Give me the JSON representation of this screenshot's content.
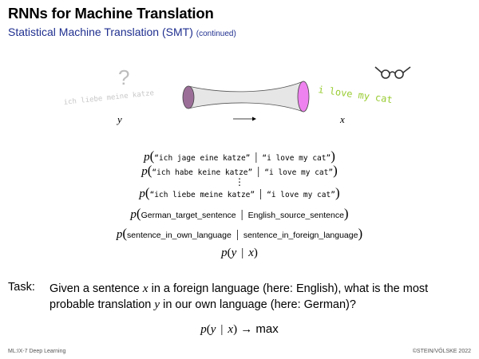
{
  "header": {
    "title": "RNNs for Machine Translation",
    "subtitle": "Statistical Machine Translation (SMT)",
    "subtitle_note": "(continued)"
  },
  "illustration": {
    "question_mark": "?",
    "source_text_faded": "ich liebe meine katze",
    "target_text": "i love my cat",
    "label_y": "y",
    "label_x": "x",
    "colors": {
      "left_cap": "#9b6e98",
      "right_cap": "#ee82ee",
      "tube": "#e6e6e6",
      "target_text": "#99cc33",
      "faded_text": "#c8c8c8"
    },
    "icons": [
      "glasses-icon",
      "right-arrow-icon",
      "question-icon"
    ]
  },
  "formulas": [
    {
      "fn": "p",
      "a": "“ich jage eine katze”",
      "b": "“i love my cat”",
      "style": "mono"
    },
    {
      "fn": "p",
      "a": "“ich habe keine katze”",
      "b": "“i love my cat”",
      "style": "mono"
    },
    {
      "fn": "p",
      "a": "“ich liebe meine katze”",
      "b": "“i love my cat”",
      "style": "mono"
    },
    {
      "fn": "p",
      "a": "German_target_sentence",
      "b": "English_source_sentence",
      "style": "sans"
    },
    {
      "fn": "p",
      "a": "sentence_in_own_language",
      "b": "sentence_in_foreign_language",
      "style": "sans"
    }
  ],
  "vdots": "⋮",
  "general_formula": {
    "fn": "p",
    "a": "y",
    "sep": "|",
    "b": "x"
  },
  "task": {
    "label": "Task:",
    "t1": "Given a sentence",
    "var_x": "x",
    "t2": "in a foreign language (here: English), what is the most probable translation",
    "var_y": "y",
    "t3": "in our own language (here: German)?"
  },
  "final_formula": {
    "fn": "p",
    "a": "y",
    "sep": "|",
    "b": "x",
    "arrow": "→",
    "word": "max"
  },
  "footer": {
    "left": "ML:IX-7 Deep Learning",
    "right": "©STEIN/VÖLSKE 2022"
  }
}
